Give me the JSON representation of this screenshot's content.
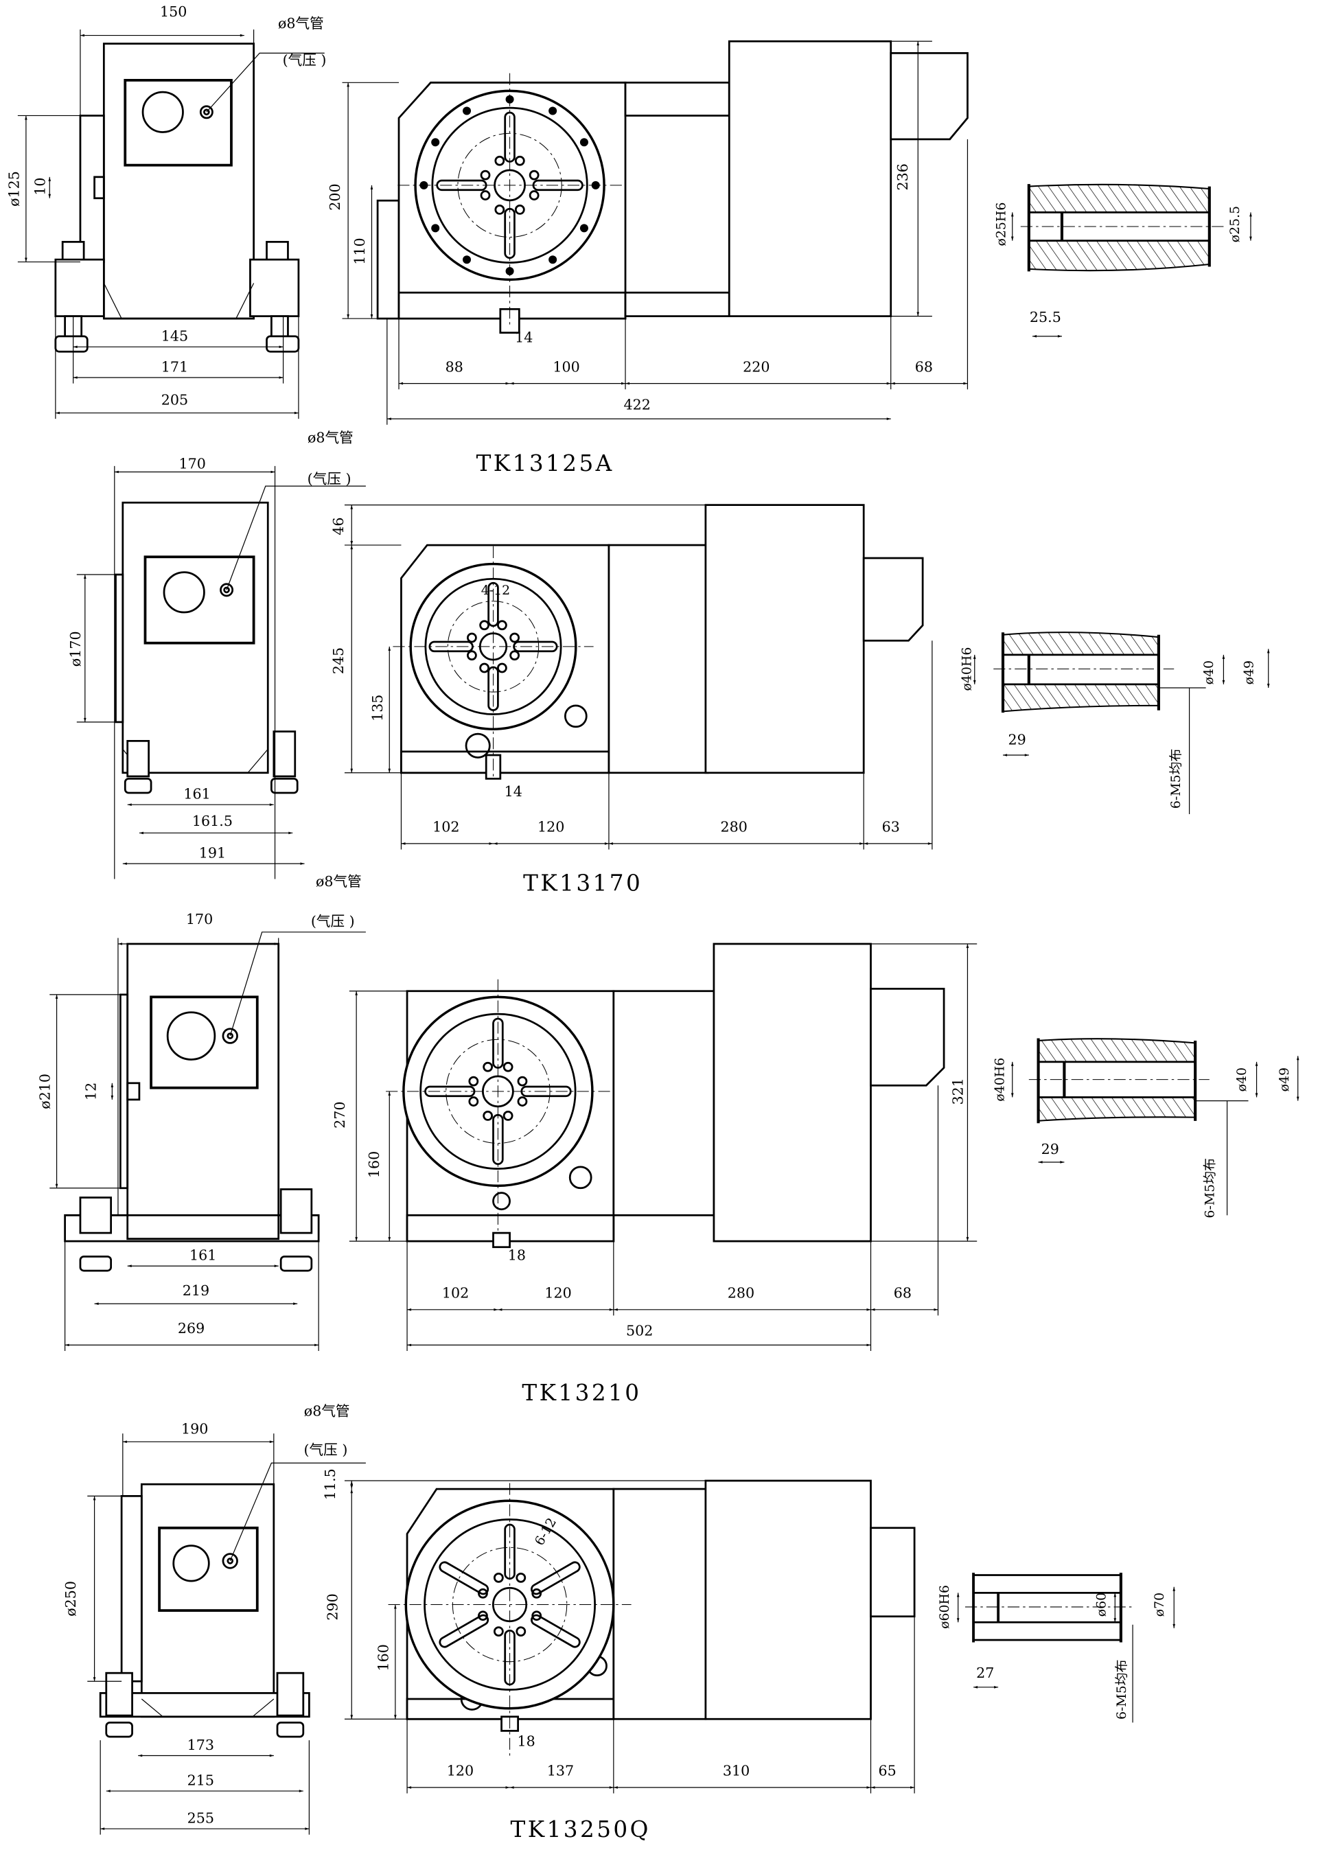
{
  "drawings": [
    {
      "model": "TK13125A",
      "side_view": {
        "width_top": "150",
        "air_pipe": "ø8气管",
        "air_pressure": "(气压 )",
        "dia": "ø125",
        "offset": "10",
        "base_inner": "145",
        "base_mid": "171",
        "base_outer": "205"
      },
      "front_view": {
        "height": "200",
        "center_height": "110",
        "motor_height": "236",
        "key_width": "14",
        "dims": [
          "88",
          "100",
          "220",
          "68"
        ],
        "total": "422"
      },
      "shaft": {
        "bore": "ø25H6",
        "outer": "ø25.5",
        "depth": "25.5"
      }
    },
    {
      "model": "TK13170",
      "side_view": {
        "width_top": "170",
        "air_pipe": "ø8气管",
        "air_pressure": "(气压 )",
        "dia": "ø170",
        "base_inner": "161",
        "base_mid": "161.5",
        "base_outer": "191"
      },
      "front_view": {
        "top_offset": "46",
        "height": "245",
        "center_height": "135",
        "key_width": "14",
        "slot": "4-12",
        "dims": [
          "102",
          "120",
          "280",
          "63"
        ]
      },
      "shaft": {
        "bore": "ø40H6",
        "inner": "ø40",
        "outer": "ø49",
        "depth": "29",
        "thread": "6-M5均布"
      }
    },
    {
      "model": "TK13210",
      "side_view": {
        "width_top": "170",
        "air_pipe": "ø8气管",
        "air_pressure": "(气压 )",
        "dia": "ø210",
        "offset": "12",
        "base_inner": "161",
        "base_mid": "219",
        "base_outer": "269"
      },
      "front_view": {
        "height": "270",
        "center_height": "160",
        "motor_height": "321",
        "key_width": "18",
        "dims": [
          "102",
          "120",
          "280",
          "68"
        ],
        "total": "502"
      },
      "shaft": {
        "bore": "ø40H6",
        "inner": "ø40",
        "outer": "ø49",
        "depth": "29",
        "thread": "6-M5均布"
      }
    },
    {
      "model": "TK13250Q",
      "side_view": {
        "width_top": "190",
        "air_pipe": "ø8气管",
        "air_pressure": "(气压 )",
        "dia": "ø250",
        "base_inner": "173",
        "base_mid": "215",
        "base_outer": "255"
      },
      "front_view": {
        "top_offset": "11.5",
        "height": "290",
        "center_height": "160",
        "key_width": "18",
        "slot": "6-12",
        "dims": [
          "120",
          "137",
          "310",
          "65"
        ]
      },
      "shaft": {
        "bore": "ø60H6",
        "inner": "ø60",
        "outer": "ø70",
        "depth": "27",
        "thread": "6-M5均布"
      }
    }
  ]
}
